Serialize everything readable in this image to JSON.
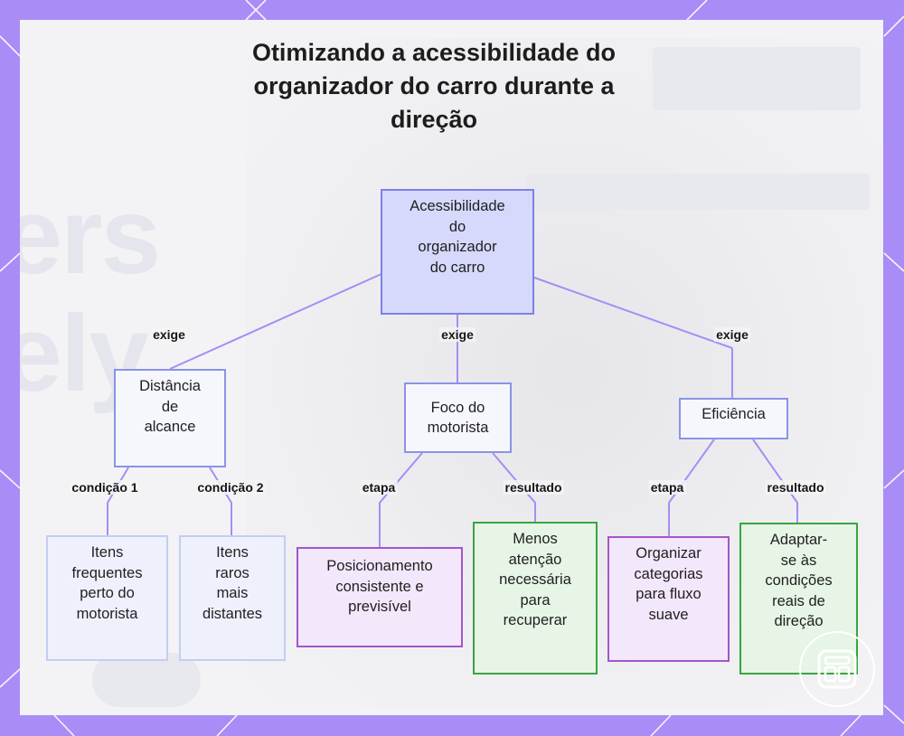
{
  "title": "Otimizando a acessibilidade do organizador do carro durante a direção",
  "nodes": {
    "root": "Acessibilidade\ndo\norganizador\ndo carro",
    "distancia": "Distância\nde\nalcance",
    "foco": "Foco do\nmotorista",
    "eficiencia": "Eficiência",
    "itens_frequentes": "Itens\nfrequentes\nperto do\nmotorista",
    "itens_raros": "Itens\nraros\nmais\ndistantes",
    "posicionamento": "Posicionamento\nconsistente e\nprevisível",
    "menos_atencao": "Menos\natenção\nnecessária\npara\nrecuperar",
    "organizar": "Organizar\ncategorias\npara fluxo\nsuave",
    "adaptar": "Adaptar-\nse às\ncondições\nreais de\ndireção"
  },
  "edges": {
    "exige": "exige",
    "condicao1": "condição 1",
    "condicao2": "condição 2",
    "etapa": "etapa",
    "resultado": "resultado"
  },
  "background_text": "ers ely",
  "colors": {
    "frame": "#a98cf5",
    "root_fill": "#d6d9fb",
    "root_border": "#7b82e8",
    "line": "#a98cf5",
    "purple_border": "#a256c9",
    "green_border": "#38a641"
  },
  "icons": [
    "logo-icon"
  ]
}
